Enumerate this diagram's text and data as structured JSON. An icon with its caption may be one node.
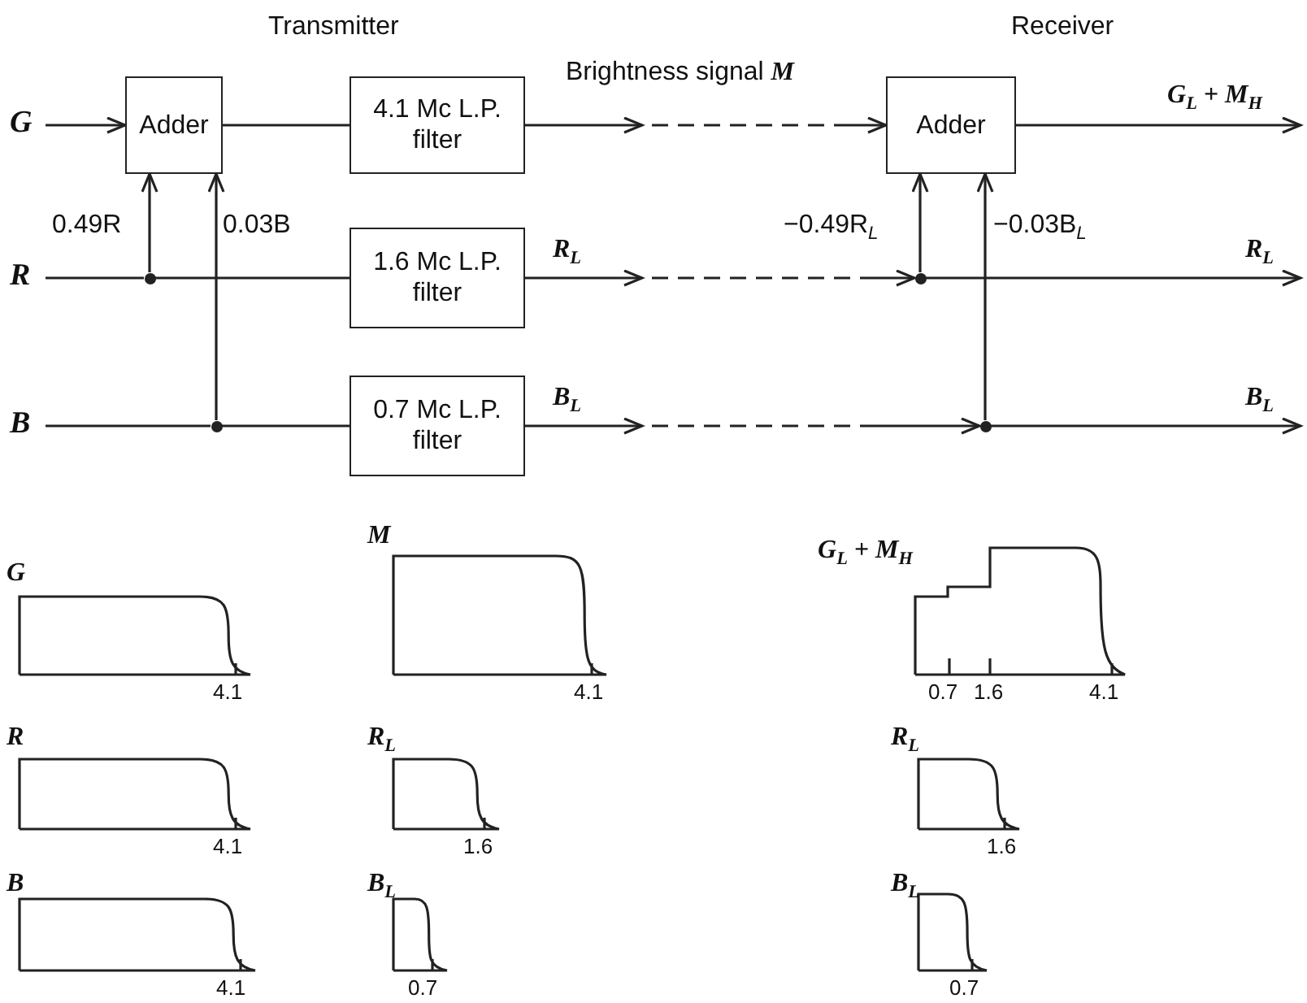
{
  "diagram": {
    "nodes": [
      {
        "text": [
          "G"
        ]
      },
      {
        "text": [
          "R"
        ]
      },
      {
        "text": [
          "B"
        ]
      },
      {
        "text": [
          "Adder"
        ]
      },
      {
        "text": [
          "4.1 Mc L.P. filter"
        ]
      },
      {
        "text": [
          "1.6 Mc L.P. filter"
        ]
      },
      {
        "text": [
          "0.7 Mc L.P. filter"
        ]
      },
      {
        "text": [],
        "shape": "circle"
      },
      {
        "text": [],
        "shape": "circle"
      },
      {
        "text": [
          "Adder"
        ]
      },
      {
        "text": [],
        "shape": "circle"
      },
      {
        "text": [],
        "shape": "circle"
      }
    ],
    "edges": [
      {
        "from": 0,
        "to": 3,
        "arrow": "to"
      },
      {
        "from": 1,
        "to": 7,
        "arrow": "none"
      },
      {
        "from": 7,
        "to": 5,
        "arrow": "none"
      },
      {
        "from": 7,
        "to": 3,
        "arrow": "to",
        "label": "0.49R"
      },
      {
        "from": 2,
        "to": 8,
        "arrow": "none"
      },
      {
        "from": 8,
        "to": 6,
        "arrow": "none"
      },
      {
        "from": 8,
        "to": 3,
        "arrow": "to",
        "label": "0.03B"
      },
      {
        "from": 3,
        "to": 4,
        "arrow": "none"
      },
      {
        "from": 4,
        "to": 9,
        "arrow": "to",
        "style": "dashed",
        "label": "Brightness signal *M*"
      },
      {
        "from": 5,
        "to": 10,
        "arrow": "to",
        "style": "dashed",
        "label": "R$_{L}$"
      },
      {
        "from": 6,
        "to": 11,
        "arrow": "to",
        "style": "dashed",
        "label": "B$_{L}$"
      },
      {
        "from": 10,
        "to": 9,
        "arrow": "to",
        "label": "−0.49R$_{L}$"
      },
      {
        "from": 11,
        "to": 9,
        "arrow": "to",
        "label": "−0.03B$_{L}$"
      },
      {
        "from": 9,
        "to": null,
        "arrow": "to",
        "label": "G$_{L}$ + M$_{H}$"
      },
      {
        "from": 10,
        "to": null,
        "arrow": "to",
        "label": "R$_{L}$"
      },
      {
        "from": 11,
        "to": null,
        "arrow": "to",
        "label": "B$_{L}$"
      }
    ],
    "labels": [
      "Transmitter",
      "Receiver",
      "G",
      "4.1",
      "M",
      "4.1",
      "G$_{L}$ + M$_{H}$",
      "0.7",
      "1.6",
      "4.1",
      "R",
      "4.1",
      "R$_{L}$",
      "1.6",
      "R$_{L}$",
      "1.6",
      "B",
      "4.1",
      "B$_{L}$",
      "0.7",
      "B$_{L}$",
      "0.7"
    ]
  }
}
